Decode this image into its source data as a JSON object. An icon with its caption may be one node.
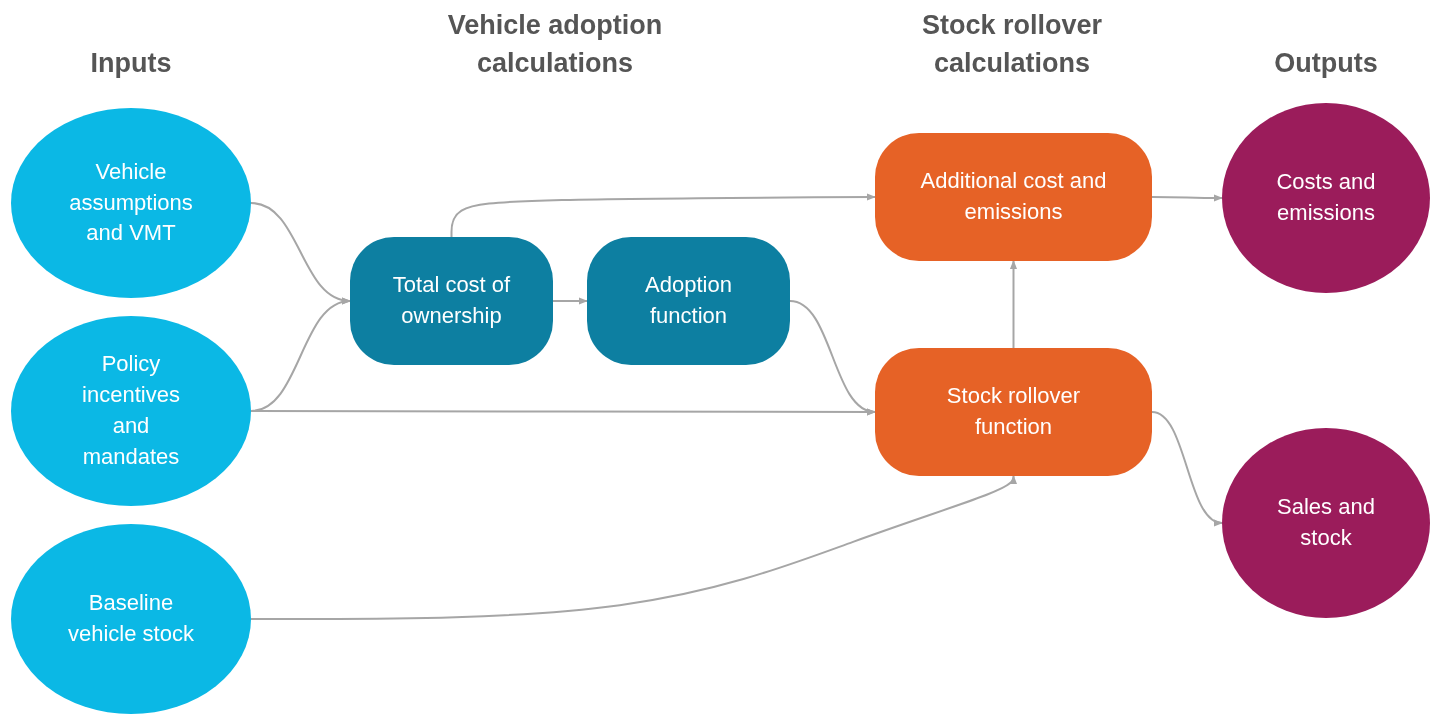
{
  "diagram": {
    "nodes": [
      {
        "text": [
          "Vehicle assumptions and VMT"
        ]
      },
      {
        "text": [
          "Policy incentives and mandates"
        ]
      },
      {
        "text": [
          "Baseline vehicle stock"
        ]
      },
      {
        "text": [
          "Total cost of ownership"
        ]
      },
      {
        "text": [
          "Adoption function"
        ]
      },
      {
        "text": [
          "Additional cost and emissions"
        ]
      },
      {
        "text": [
          "Stock rollover function"
        ]
      },
      {
        "text": [
          "Costs and emissions"
        ]
      },
      {
        "text": [
          "Sales and stock"
        ]
      }
    ],
    "edges": [
      {
        "from": 0,
        "to": 3,
        "arrow": "to"
      },
      {
        "from": 1,
        "to": 3,
        "arrow": "to"
      },
      {
        "from": 1,
        "to": 6,
        "arrow": "to"
      },
      {
        "from": 2,
        "to": 6,
        "arrow": "to"
      },
      {
        "from": 3,
        "to": 4,
        "arrow": "to"
      },
      {
        "from": 3,
        "to": 5,
        "arrow": "to"
      },
      {
        "from": 4,
        "to": 6,
        "arrow": "to"
      },
      {
        "from": 6,
        "to": 5,
        "arrow": "to"
      },
      {
        "from": 5,
        "to": 7,
        "arrow": "to"
      },
      {
        "from": 6,
        "to": 8,
        "arrow": "to"
      }
    ],
    "labels": [
      "Inputs",
      "Vehicle adoption calculations",
      "Stock rollover calculations",
      "Outputs"
    ]
  }
}
